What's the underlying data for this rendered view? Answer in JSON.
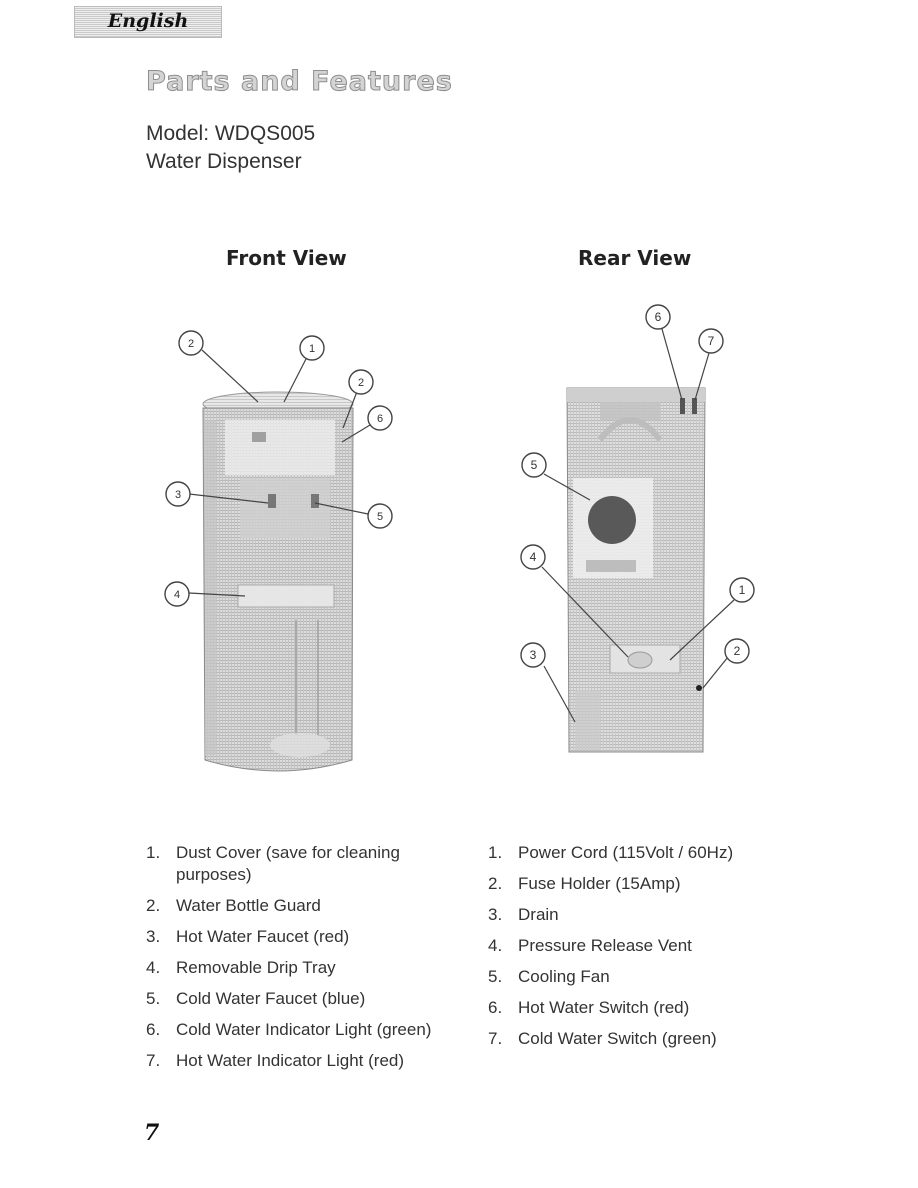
{
  "header": {
    "language": "English"
  },
  "title": "Parts and Features",
  "model": "Model: WDQS005",
  "product": "Water Dispenser",
  "views": {
    "front": "Front View",
    "rear": "Rear View"
  },
  "front_callouts": [
    "2",
    "1",
    "2",
    "6",
    "3",
    "5",
    "4"
  ],
  "rear_callouts": [
    "6",
    "7",
    "5",
    "4",
    "1",
    "3",
    "2"
  ],
  "front_parts": [
    {
      "num": "1.",
      "label": "Dust Cover (save for cleaning purposes)"
    },
    {
      "num": "2.",
      "label": "Water Bottle Guard"
    },
    {
      "num": "3.",
      "label": "Hot Water Faucet (red)"
    },
    {
      "num": "4.",
      "label": "Removable Drip Tray"
    },
    {
      "num": "5.",
      "label": "Cold Water Faucet (blue)"
    },
    {
      "num": "6.",
      "label": "Cold Water Indicator Light (green)"
    },
    {
      "num": "7.",
      "label": "Hot Water Indicator Light (red)"
    }
  ],
  "rear_parts": [
    {
      "num": "1.",
      "label": "Power Cord (115Volt / 60Hz)"
    },
    {
      "num": "2.",
      "label": "Fuse Holder (15Amp)"
    },
    {
      "num": "3.",
      "label": "Drain"
    },
    {
      "num": "4.",
      "label": "Pressure Release Vent"
    },
    {
      "num": "5.",
      "label": "Cooling Fan"
    },
    {
      "num": "6.",
      "label": "Hot Water Switch (red)"
    },
    {
      "num": "7.",
      "label": "Cold Water Switch (green)"
    }
  ],
  "page_number": "7"
}
